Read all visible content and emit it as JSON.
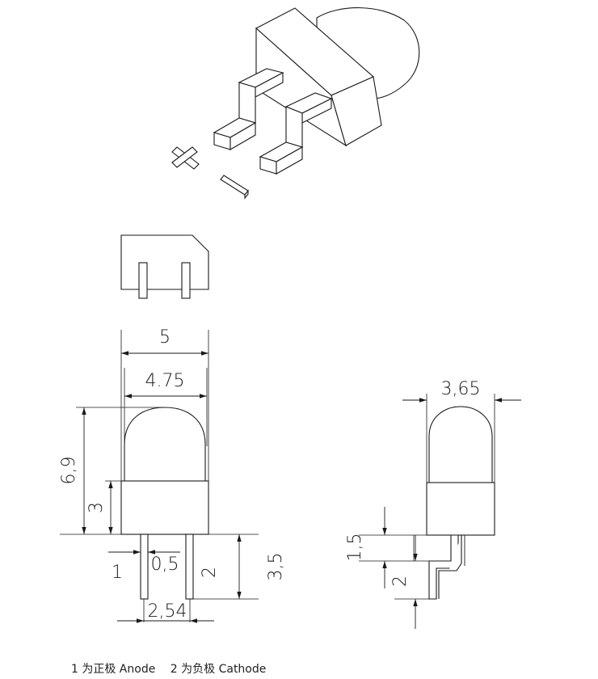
{
  "dimensions": {
    "body_diameter": "5",
    "lens_diameter": "4.75",
    "total_height": "6,9",
    "body_height": "3",
    "lead_length": "3,5",
    "lead_width": "0,5",
    "pin_1": "1",
    "pin_2": "2",
    "lead_spacing": "2,54",
    "side_width": "3,65",
    "bend_offset": "1,5",
    "bend_length": "2"
  },
  "legend": {
    "anode": "1 为正极 Anode",
    "cathode": "2 为负极 Cathode"
  }
}
